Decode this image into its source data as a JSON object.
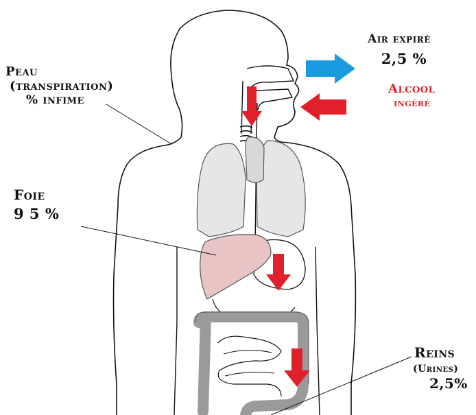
{
  "labels": {
    "peau": {
      "title": "Peau",
      "detail": "(transpiration)",
      "value": "% infime"
    },
    "air": {
      "title": "Air expiré",
      "value": "2,5 %"
    },
    "alcool": {
      "line1": "Alcool",
      "line2": "ingéré"
    },
    "foie": {
      "title": "Foie",
      "value": "9 5 %"
    },
    "reins": {
      "title": "Reins",
      "detail": "(Urines)",
      "value": "2,5%"
    }
  },
  "colors": {
    "exhale_arrow": "#1a9be0",
    "alcohol_arrow": "#e0202a",
    "lungs": "#e6e6e6",
    "liver": "#e8c4c4",
    "intestine": "#9a9a9a",
    "outline": "#111111"
  }
}
